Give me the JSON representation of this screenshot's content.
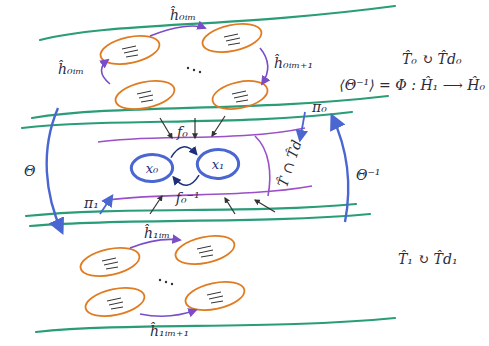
{
  "diagram": {
    "nodes": [
      {
        "text": [
          "x₀"
        ]
      },
      {
        "text": [
          "x₁"
        ]
      }
    ],
    "edges": [
      {
        "from": 0,
        "to": 1,
        "arrow": "to",
        "label": "f₀"
      },
      {
        "from": 1,
        "to": 0,
        "arrow": "to",
        "label": "f₀⁻¹"
      }
    ],
    "labels": [
      "T̂₀ ↻ T̂d₀",
      "ĥ₀ᵢₘ",
      "ĥ₀ᵢₘ",
      "ĥ₀ᵢₘ₊₁",
      "π₀",
      "Θ",
      "Θ⁻¹",
      "⟨Θ⁻¹⟩ = Φ : Ĥ₁ ⟶ Ĥ₀",
      "T̂ ∩ T̂d",
      "π₁",
      "ĥ₁ᵢₘ",
      "ĥ₁ᵢₘ₊₁",
      "T̂₁ ↻ T̂d₁"
    ]
  }
}
